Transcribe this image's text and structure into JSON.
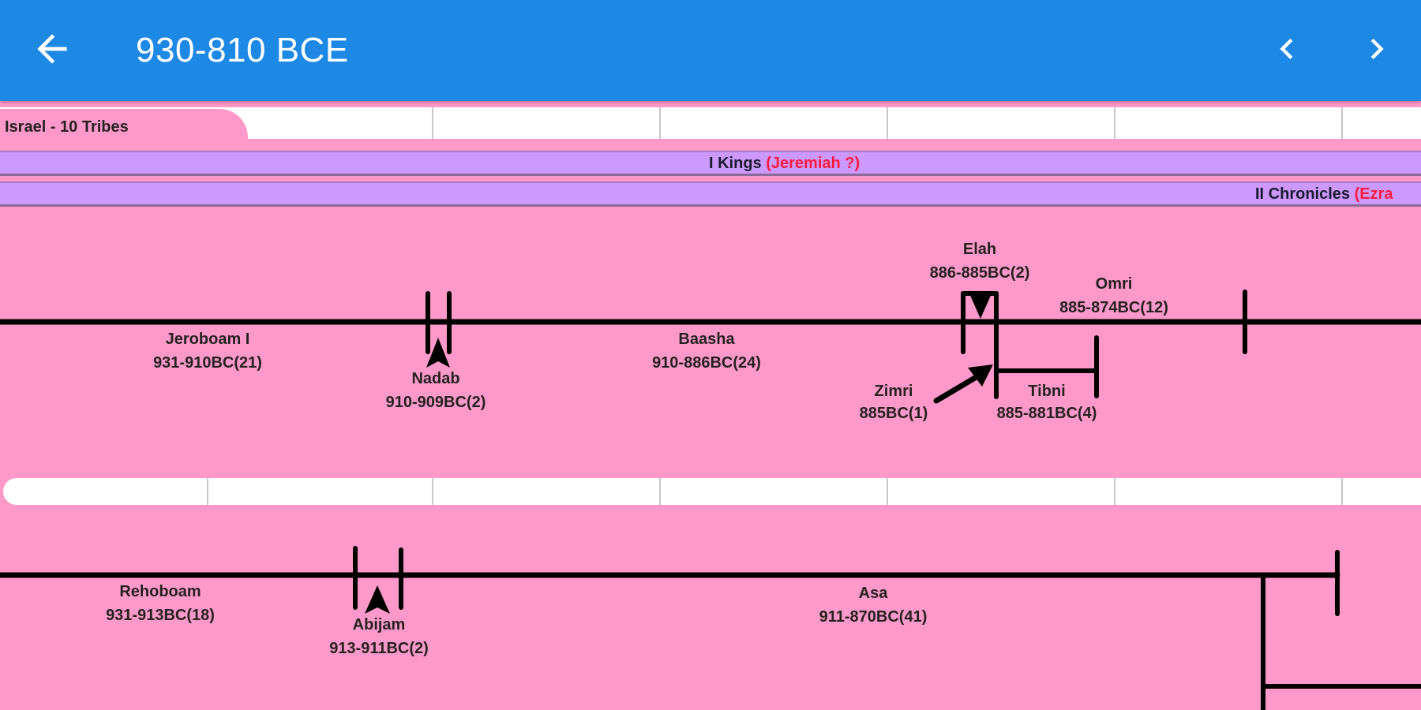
{
  "appbar": {
    "title": "930-810 BCE",
    "back_icon": "arrow-left-icon",
    "prev_icon": "chevron-left-icon",
    "next_icon": "chevron-right-icon"
  },
  "kingdom_tab": {
    "label": "Israel - 10 Tribes"
  },
  "books": [
    {
      "name": "I Kings",
      "author": "(Jeremiah ?)"
    },
    {
      "name": "II Chronicles",
      "author": "(Ezra"
    }
  ],
  "colors": {
    "appbar": "#1e88e5",
    "kingdom_bg": "#ff99c9",
    "book_bg": "#cc99ff",
    "author_text": "#ff1a3a",
    "line": "#000000"
  },
  "israel_kings": [
    {
      "name": "Jeroboam I",
      "dates": "931-910BC(21)"
    },
    {
      "name": "Nadab",
      "dates": "910-909BC(2)"
    },
    {
      "name": "Baasha",
      "dates": "910-886BC(24)"
    },
    {
      "name": "Elah",
      "dates": "886-885BC(2)"
    },
    {
      "name": "Omri",
      "dates": "885-874BC(12)"
    },
    {
      "name": "Zimri",
      "dates": "885BC(1)"
    },
    {
      "name": "Tibni",
      "dates": "885-881BC(4)"
    }
  ],
  "judah_kings": [
    {
      "name": "Rehoboam",
      "dates": "931-913BC(18)"
    },
    {
      "name": "Abijam",
      "dates": "913-911BC(2)"
    },
    {
      "name": "Asa",
      "dates": "911-870BC(41)"
    }
  ]
}
